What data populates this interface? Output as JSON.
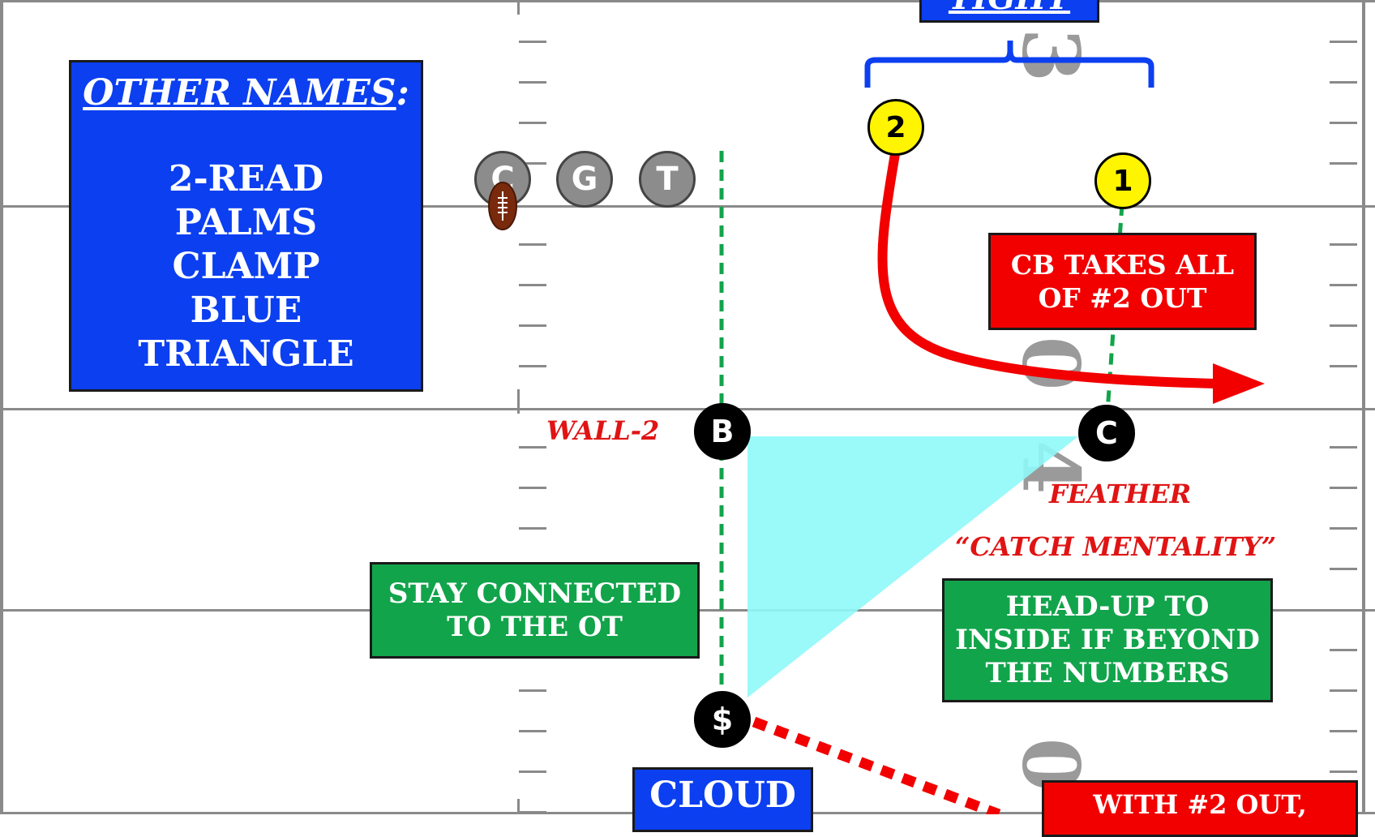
{
  "field": {
    "yard_numbers": [
      "3",
      "0",
      "4",
      "0"
    ]
  },
  "boxes": {
    "other_names_title": "OTHER NAMES",
    "other_names_colon": ":",
    "other_names": [
      "2-READ",
      "PALMS",
      "CLAMP",
      "BLUE",
      "TRIANGLE"
    ],
    "tight_label": "TIGHT",
    "cb_takes_line1": "CB TAKES ALL",
    "cb_takes_line2": "OF #2 OUT",
    "stay_connected_line1": "STAY CONNECTED",
    "stay_connected_line2": "TO THE OT",
    "head_up_line1": "HEAD-UP TO",
    "head_up_line2": "INSIDE IF BEYOND",
    "head_up_line3": "THE NUMBERS",
    "cloud_label": "CLOUD",
    "with_2_out": "WITH #2 OUT,"
  },
  "labels": {
    "wall_2": "WALL-2",
    "feather": "FEATHER",
    "catch_mentality": "“CATCH MENTALITY”"
  },
  "players": {
    "center": "C",
    "guard": "G",
    "tackle": "T",
    "receiver_2": "2",
    "receiver_1": "1",
    "defender_b": "B",
    "defender_c": "C",
    "defender_safety": "$"
  },
  "colors": {
    "blue_box": "#0b3ff0",
    "red_box": "#f20000",
    "green_box": "#12a44b",
    "route_red": "#f20000",
    "assignment_green": "#12a44b",
    "zone_cyan": "#8ff8f8",
    "receiver_yellow": "#fff500"
  }
}
